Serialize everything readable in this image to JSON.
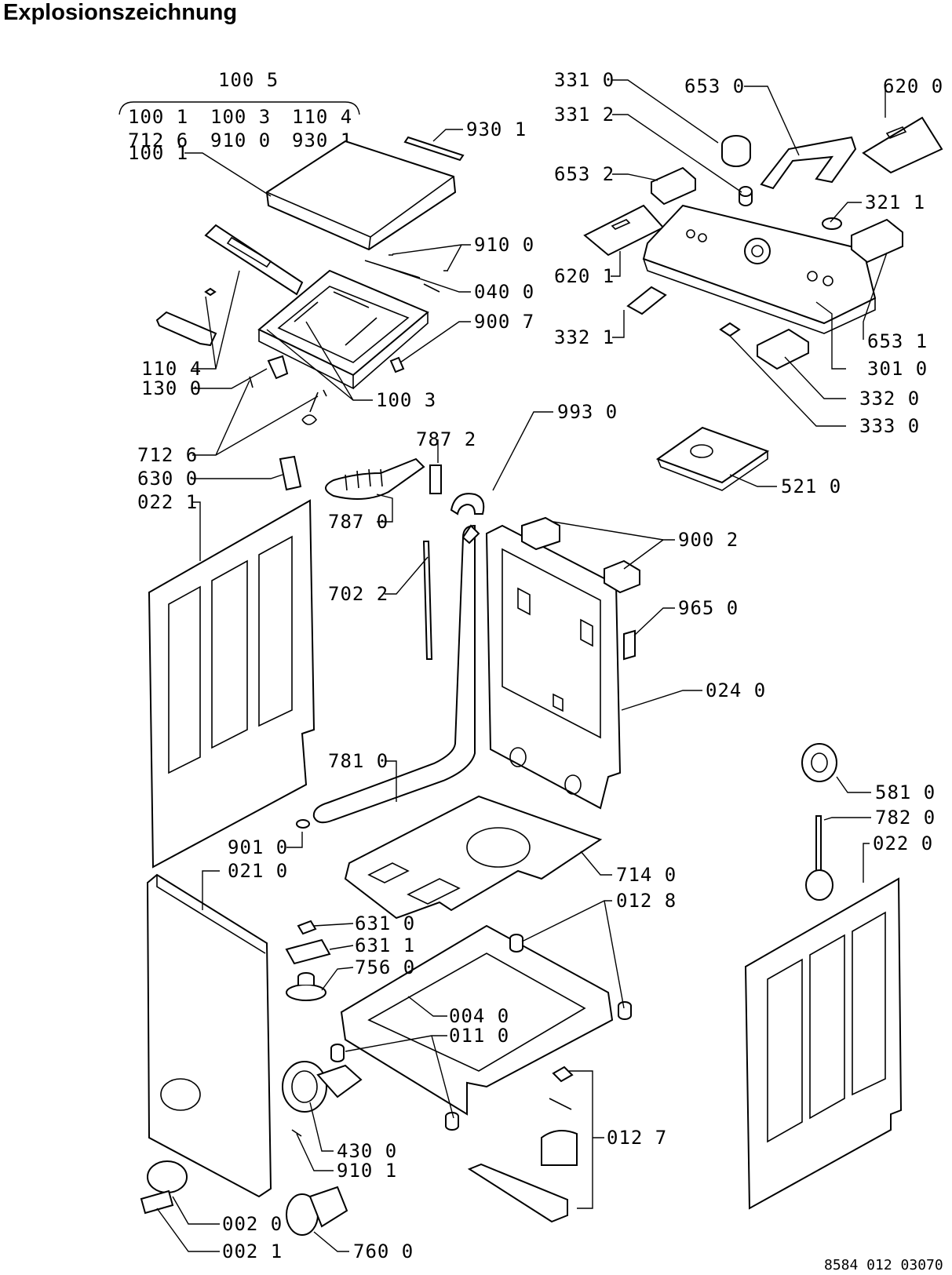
{
  "title": "Explosionszeichnung",
  "document_number": "8584 012 03070",
  "header_group": {
    "code": "100 5",
    "row1": [
      "100 1",
      "100 3",
      "110 4"
    ],
    "row2": [
      "712 6",
      "910 0",
      "930 1"
    ]
  },
  "labels": [
    "930 1",
    "100 1",
    "910 0",
    "040 0",
    "900 7",
    "110 4",
    "130 0",
    "100 3",
    "712 6",
    "630 0",
    "022 1",
    "787 2",
    "787 0",
    "702 2",
    "993 0",
    "331 0",
    "331 2",
    "653 0",
    "620 0",
    "653 2",
    "321 1",
    "620 1",
    "332 1",
    "653 1",
    "301 0",
    "332 0",
    "333 0",
    "521 0",
    "900 2",
    "965 0",
    "024 0",
    "781 0",
    "901 0",
    "021 0",
    "714 0",
    "012 8",
    "631 0",
    "631 1",
    "756 0",
    "004 0",
    "011 0",
    "581 0",
    "782 0",
    "022 0",
    "012 7",
    "430 0",
    "910 1",
    "002 0",
    "002 1",
    "760 0"
  ]
}
